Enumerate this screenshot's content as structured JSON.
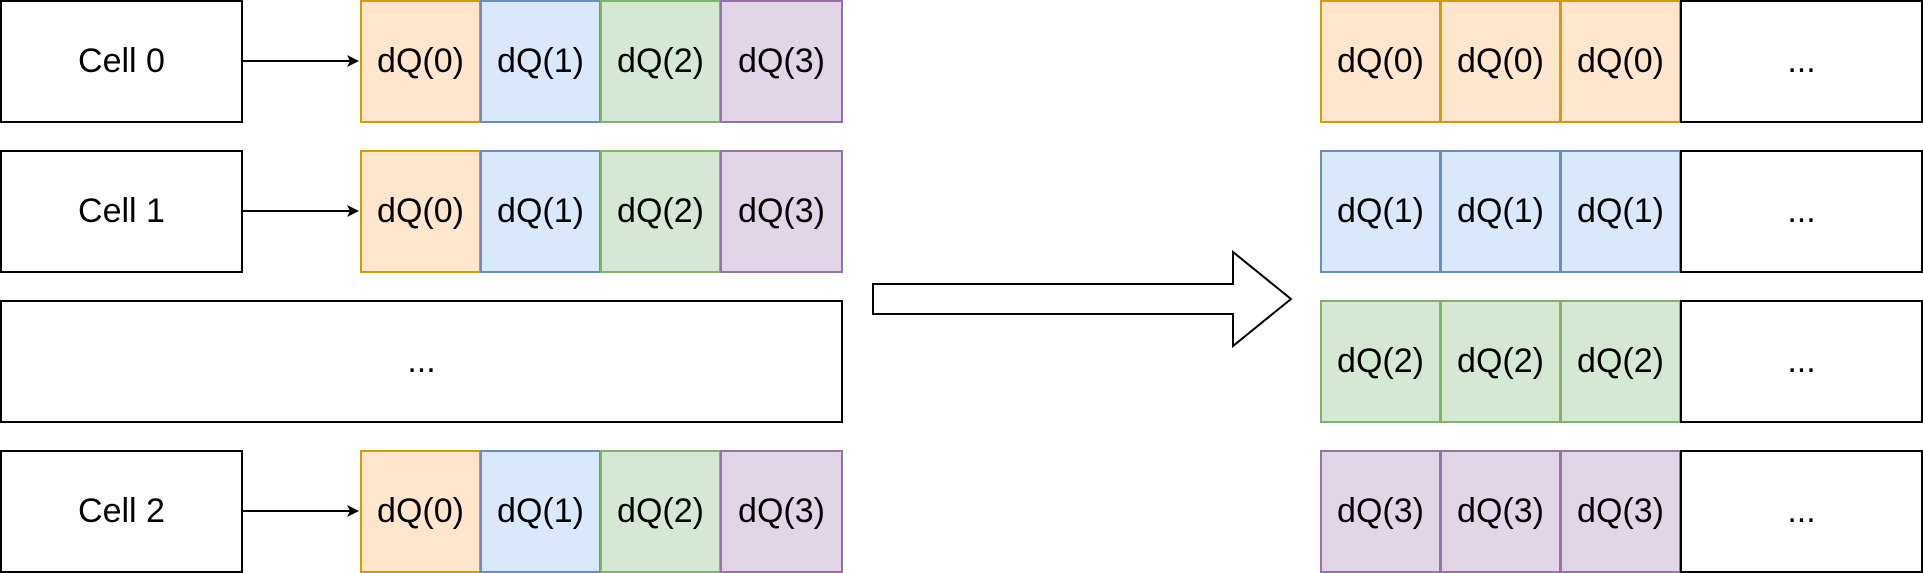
{
  "left": {
    "cells": [
      {
        "label": "Cell 0",
        "items": [
          "dQ(0)",
          "dQ(1)",
          "dQ(2)",
          "dQ(3)"
        ]
      },
      {
        "label": "Cell 1",
        "items": [
          "dQ(0)",
          "dQ(1)",
          "dQ(2)",
          "dQ(3)"
        ]
      },
      {
        "label": "Cell 2",
        "items": [
          "dQ(0)",
          "dQ(1)",
          "dQ(2)",
          "dQ(3)"
        ]
      }
    ],
    "ellipsis": "..."
  },
  "right": {
    "rows": [
      {
        "items": [
          "dQ(0)",
          "dQ(0)",
          "dQ(0)"
        ],
        "ellipsis": "..."
      },
      {
        "items": [
          "dQ(1)",
          "dQ(1)",
          "dQ(1)"
        ],
        "ellipsis": "..."
      },
      {
        "items": [
          "dQ(2)",
          "dQ(2)",
          "dQ(2)"
        ],
        "ellipsis": "..."
      },
      {
        "items": [
          "dQ(3)",
          "dQ(3)",
          "dQ(3)"
        ],
        "ellipsis": "..."
      }
    ]
  },
  "colors": {
    "dq0": {
      "fill": "#ffe6cc",
      "stroke": "#d79b00"
    },
    "dq1": {
      "fill": "#dae8fc",
      "stroke": "#6c8ebf"
    },
    "dq2": {
      "fill": "#d5e8d4",
      "stroke": "#82b366"
    },
    "dq3": {
      "fill": "#e1d5e7",
      "stroke": "#9673a6"
    }
  }
}
